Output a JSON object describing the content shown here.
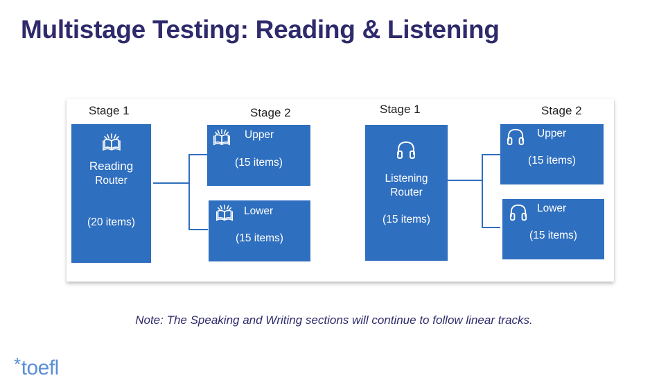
{
  "title": "Multistage Testing: Reading & Listening",
  "reading": {
    "stage1_label": "Stage 1",
    "stage2_label": "Stage 2",
    "router": {
      "name_line1": "Reading",
      "name_line2": "Router",
      "items": "(20 items)",
      "icon": "book-icon"
    },
    "upper": {
      "label": "Upper",
      "items": "(15 items)",
      "icon": "book-icon"
    },
    "lower": {
      "label": "Lower",
      "items": "(15 items)",
      "icon": "book-icon"
    }
  },
  "listening": {
    "stage1_label": "Stage 1",
    "stage2_label": "Stage 2",
    "router": {
      "name_line1": "Listening",
      "name_line2": "Router",
      "items": "(15 items)",
      "icon": "headphones-icon"
    },
    "upper": {
      "label": "Upper",
      "items": "(15 items)",
      "icon": "headphones-icon"
    },
    "lower": {
      "label": "Lower",
      "items": "(15 items)",
      "icon": "headphones-icon"
    }
  },
  "note": "Note: The Speaking and Writing sections will continue to follow linear tracks.",
  "logo": {
    "star": "*",
    "text": "toefl",
    "color": "#5b8fd6"
  },
  "colors": {
    "title": "#2e2a6b",
    "box": "#2f6fbf",
    "connector": "#2f6fbf"
  }
}
